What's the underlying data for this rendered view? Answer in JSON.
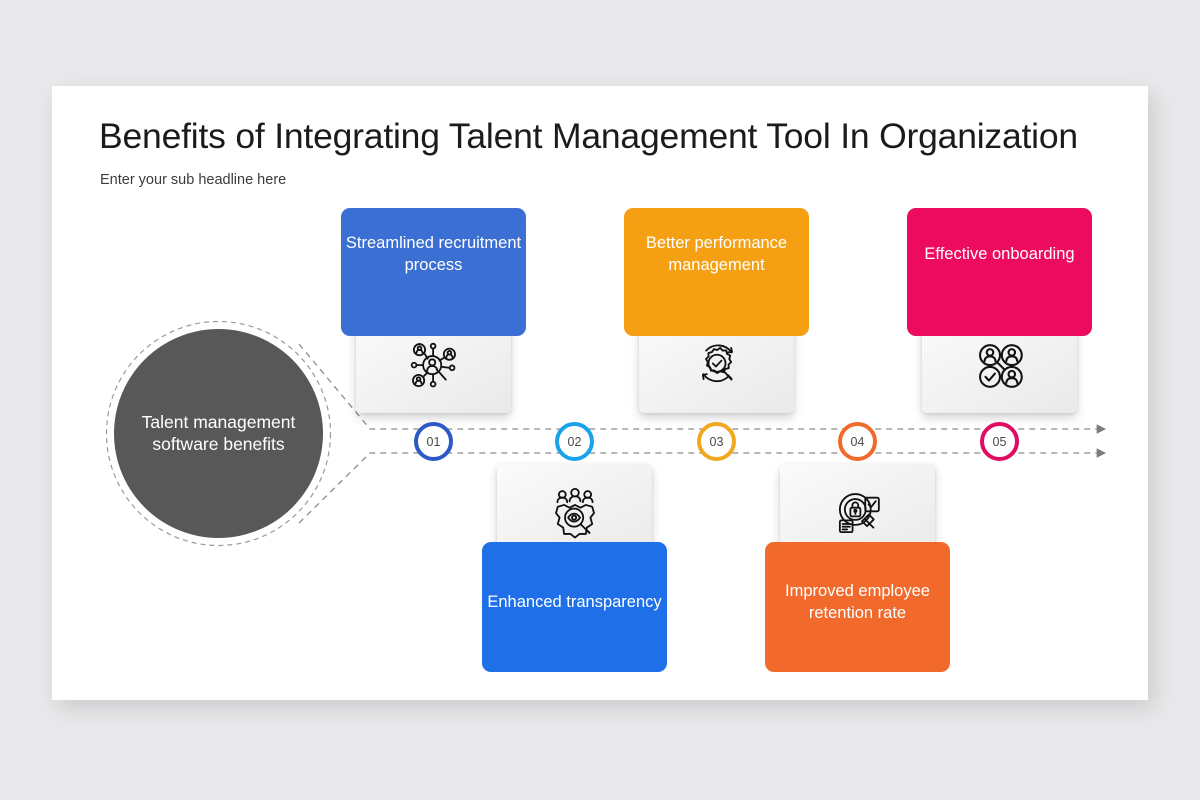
{
  "slide": {
    "title": "Benefits of Integrating Talent Management Tool In Organization",
    "subtitle": "Enter your sub headline here",
    "background_color": "#e9e8ea",
    "panel_color": "#ffffff"
  },
  "hub": {
    "label": "Talent management software benefits",
    "color": "#585858",
    "text_color": "#ffffff"
  },
  "timeline": {
    "line_color": "#8c8c8c",
    "arrow_color": "#7d7d7d",
    "markers": [
      {
        "number": "01",
        "color": "#2d58c8"
      },
      {
        "number": "02",
        "color": "#1aa3e8"
      },
      {
        "number": "03",
        "color": "#efa81f"
      },
      {
        "number": "04",
        "color": "#f2692c"
      },
      {
        "number": "05",
        "color": "#e00b63"
      }
    ]
  },
  "benefits": [
    {
      "id": "streamlined-recruitment-process",
      "label": "Streamlined recruitment process",
      "color": "#3b6fd4",
      "marker": "01",
      "position": "top",
      "icon": "talent-network-search-icon"
    },
    {
      "id": "enhanced-transparency",
      "label": "Enhanced transparency",
      "color": "#1e6fe8",
      "marker": "02",
      "position": "bottom",
      "icon": "team-gear-eye-icon"
    },
    {
      "id": "better-performance-management",
      "label": "Better performance management",
      "color": "#f5a013",
      "marker": "03",
      "position": "top",
      "icon": "gear-check-magnifier-icon"
    },
    {
      "id": "improved-employee-retention-rate",
      "label": "Improved employee retention rate",
      "color": "#f2692c",
      "marker": "04",
      "position": "bottom",
      "icon": "lock-magnifier-checklist-icon"
    },
    {
      "id": "effective-onboarding",
      "label": "Effective onboarding",
      "color": "#ec0b5e",
      "marker": "05",
      "position": "top",
      "icon": "people-check-group-icon"
    }
  ]
}
